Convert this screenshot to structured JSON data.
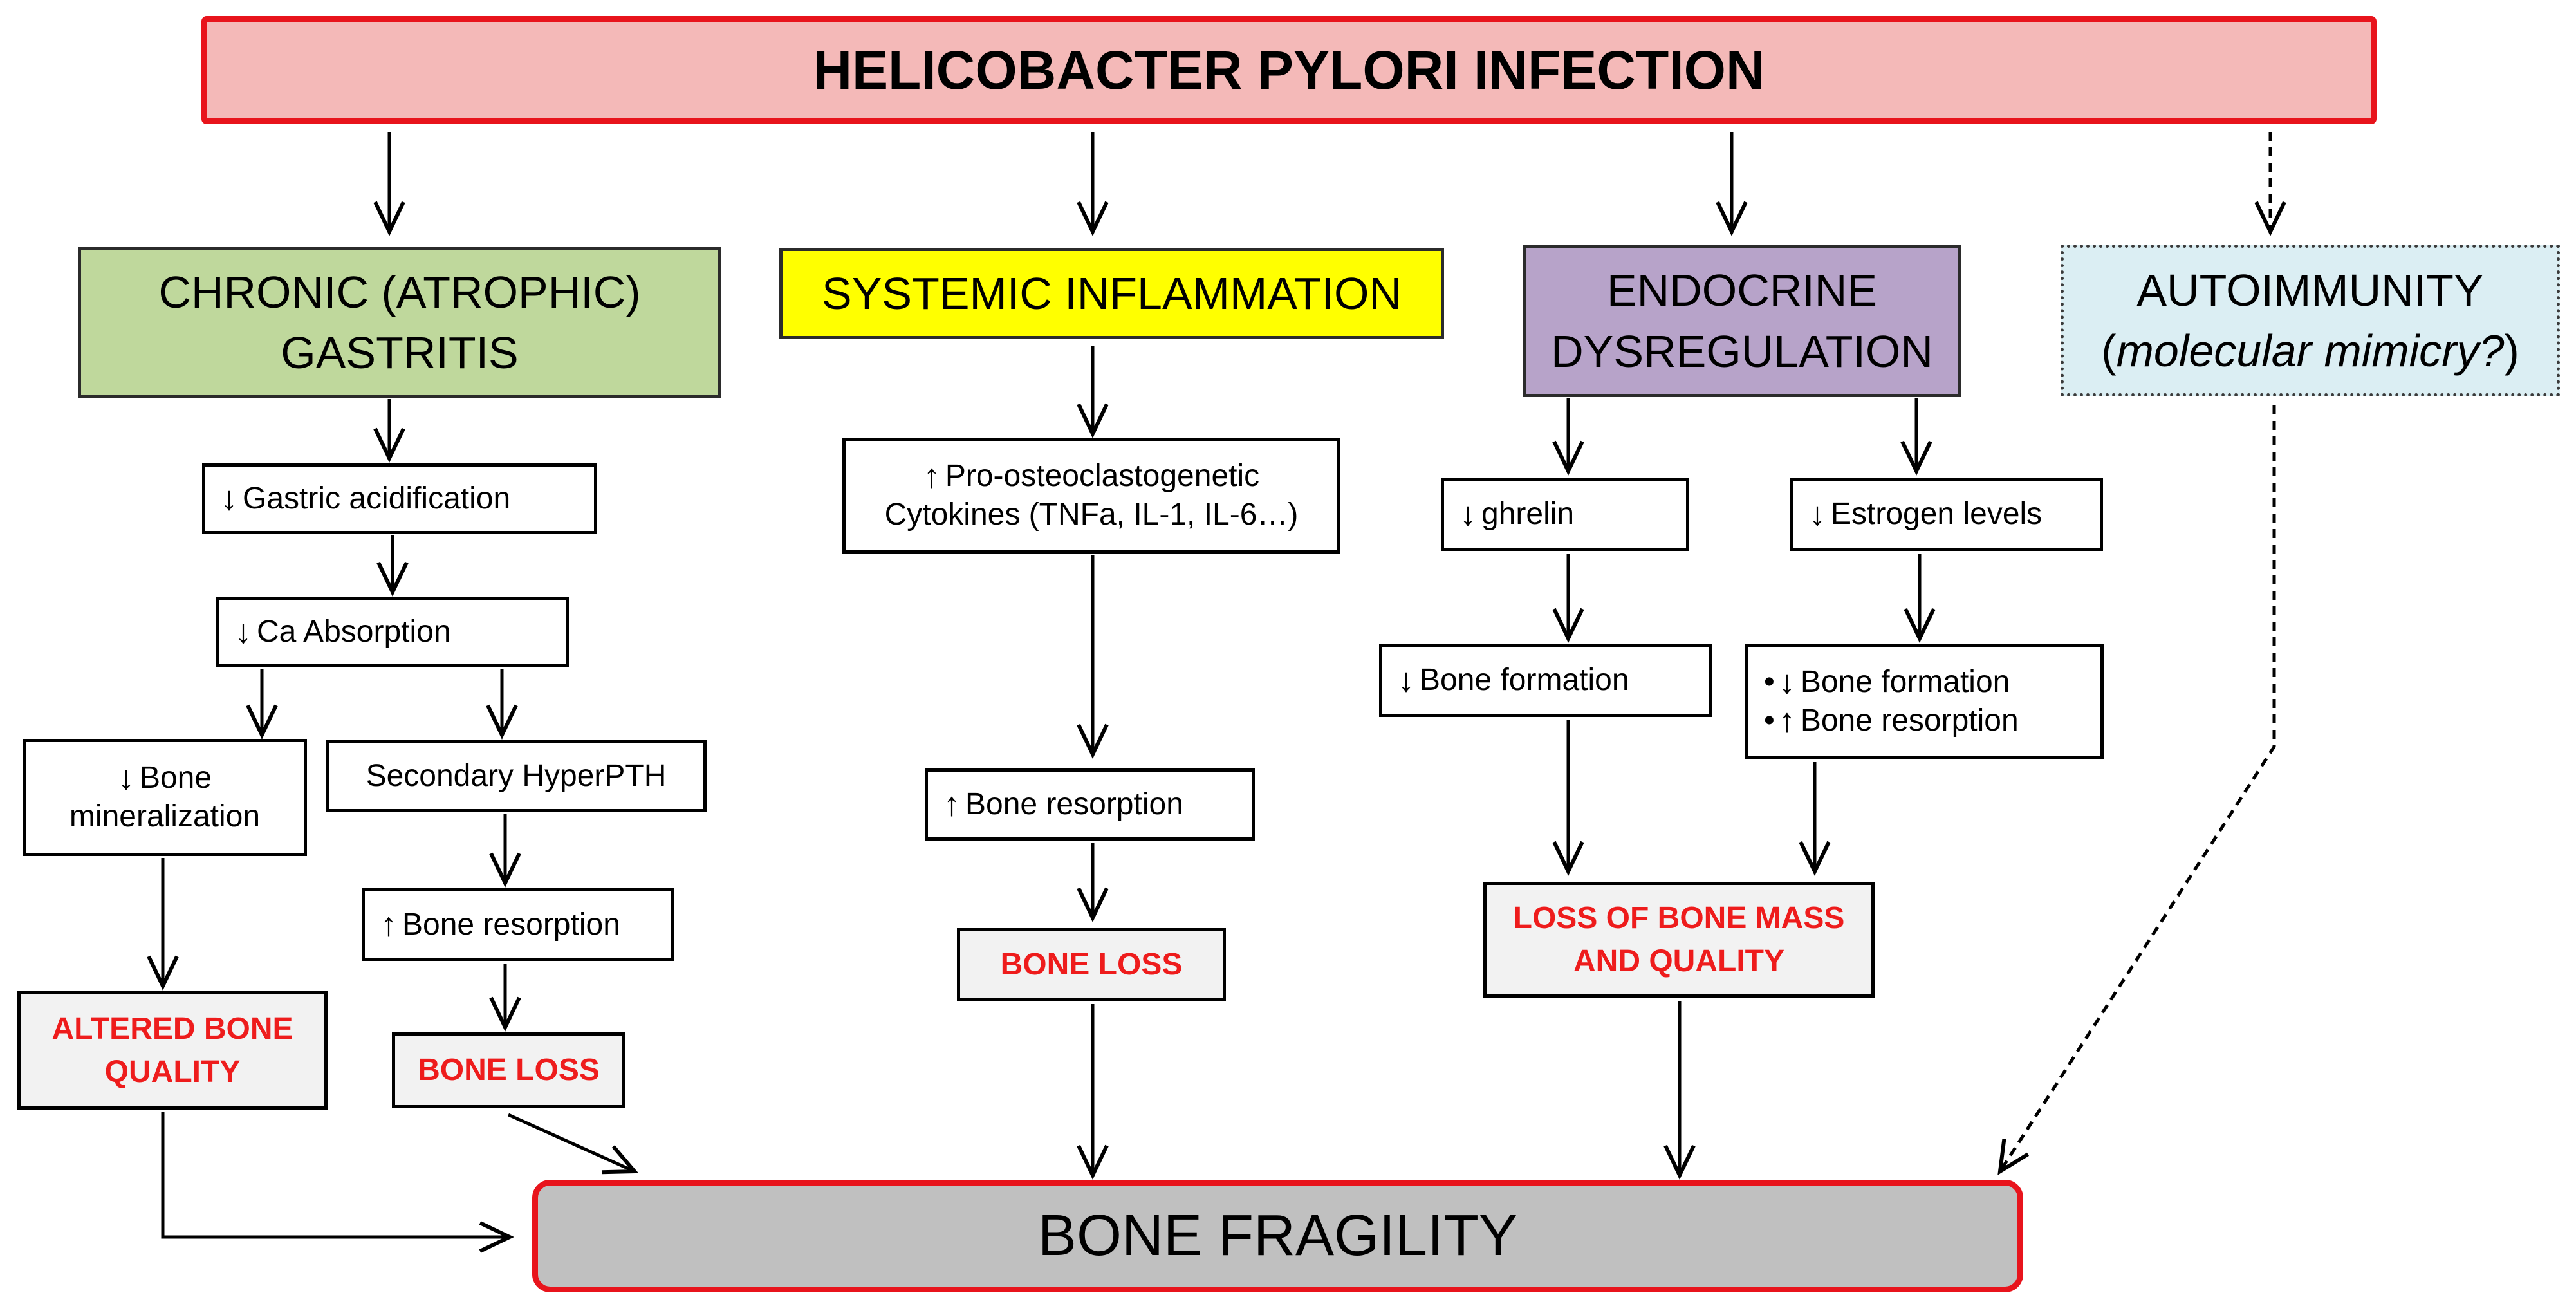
{
  "top": {
    "text": "HELICOBACTER PYLORI INFECTION"
  },
  "bottom": {
    "text": "BONE FRAGILITY"
  },
  "categories": {
    "gastritis": {
      "line1": "CHRONIC (ATROPHIC)",
      "line2": "GASTRITIS",
      "color": "#bfd89c"
    },
    "inflammation": {
      "line1": "SYSTEMIC INFLAMMATION",
      "color": "#ffff00"
    },
    "endocrine": {
      "line1": "ENDOCRINE",
      "line2": "DYSREGULATION",
      "color": "#b7a3c9"
    },
    "autoimmunity": {
      "line1": "AUTOIMMUNITY",
      "line2_prefix": "(",
      "line2_italic": "molecular mimicry?",
      "line2_suffix": ")",
      "color": "#dbeef3"
    }
  },
  "arrows": {
    "down": "↓",
    "up": "↑",
    "bullet": "•"
  },
  "gastritis_path": {
    "acid": "Gastric acidification",
    "ca": "Ca Absorption",
    "mineral_line1": "Bone",
    "mineral_line2": "mineralization",
    "pth": "Secondary HyperPTH",
    "resorption": "Bone resorption",
    "altered_line1": "ALTERED BONE",
    "altered_line2": "QUALITY",
    "loss": "BONE LOSS"
  },
  "inflammation_path": {
    "cyto_line1": "Pro-osteoclastogenetic",
    "cyto_line2": "Cytokines (TNFa, IL-1, IL-6…)",
    "resorption": "Bone resorption",
    "loss": "BONE LOSS"
  },
  "endocrine_path": {
    "ghrelin": "ghrelin",
    "estrogen": "Estrogen levels",
    "formation": "Bone formation",
    "est_formation": "Bone formation",
    "est_resorption": "Bone resorption",
    "loss_line1": "LOSS OF BONE MASS",
    "loss_line2": "AND QUALITY"
  },
  "colors": {
    "title_fill": "#f4b9b8",
    "title_border": "#e8141c",
    "final_fill": "#c0c0c0",
    "final_border": "#e8141c",
    "result_text": "#ee1c1c",
    "result_fill": "#f2f2f2"
  }
}
